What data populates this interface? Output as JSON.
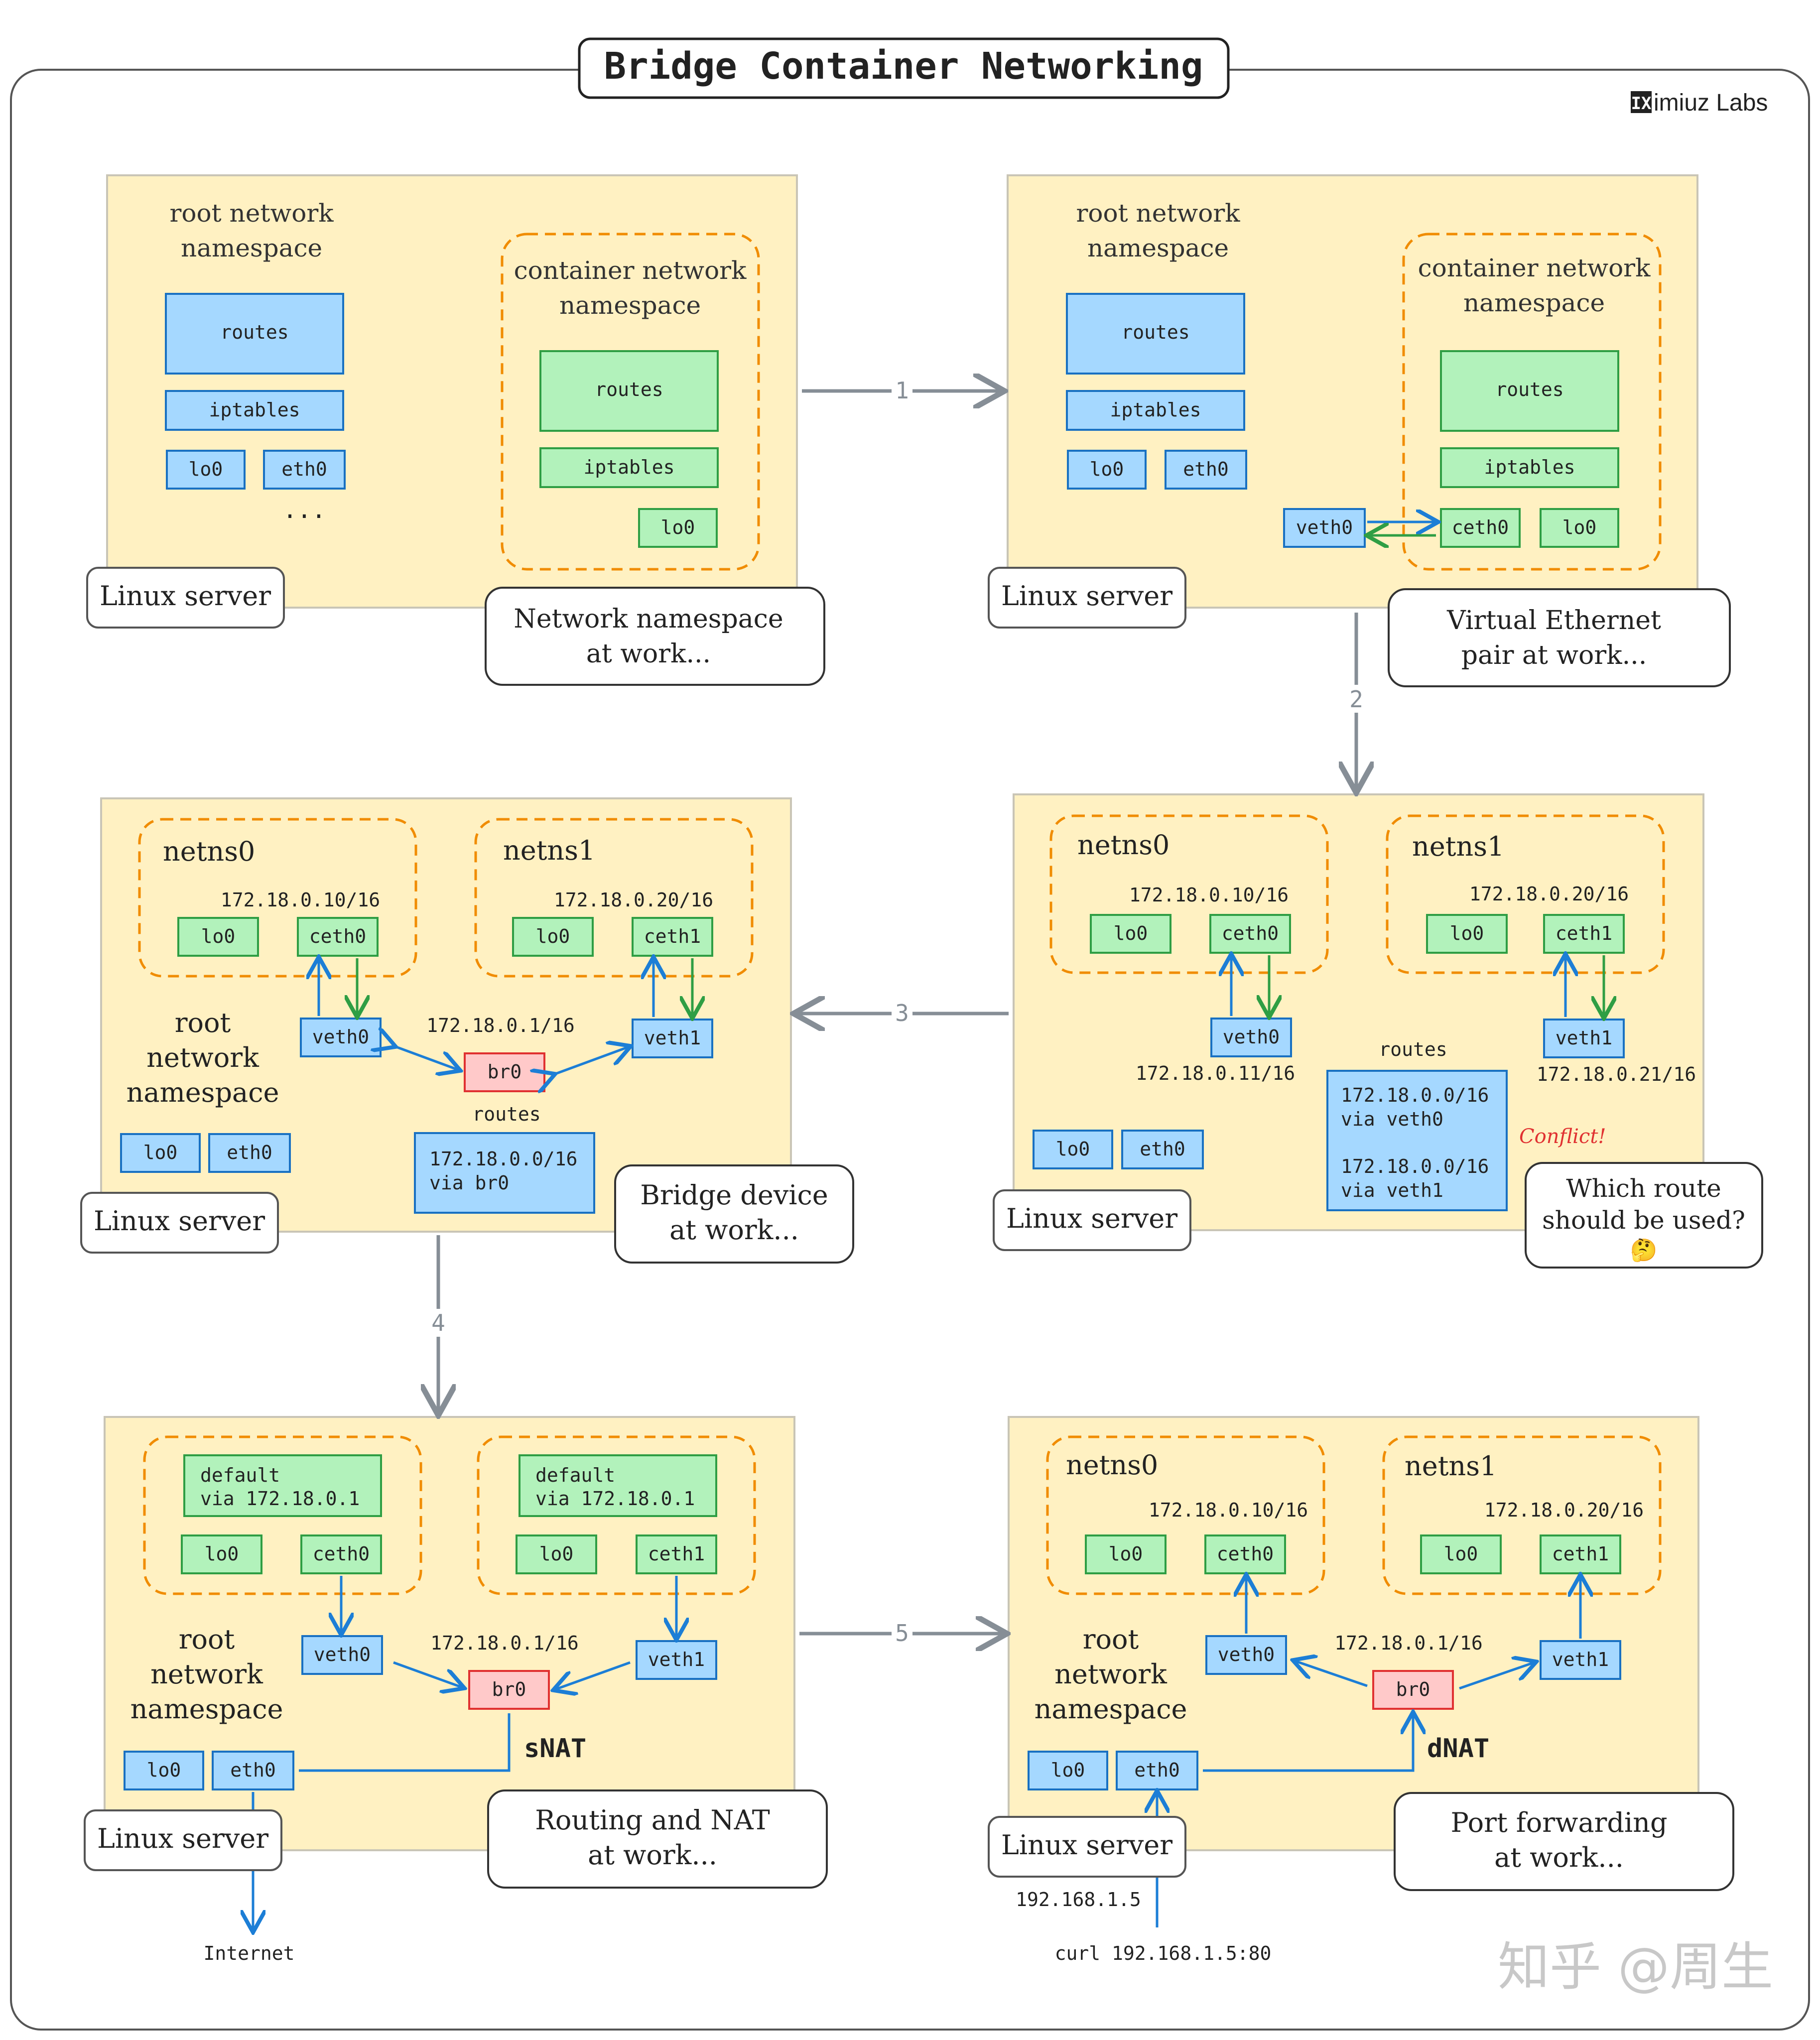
{
  "title": "Bridge Container Networking",
  "brand": {
    "icon": "IX",
    "text": "imiuz Labs"
  },
  "watermark": "知乎 @周生",
  "colors": {
    "server_bg": "#fff1c2",
    "server_border": "#c9c5b6",
    "blue_fill": "#a5d8ff",
    "blue_border": "#1971c2",
    "green_fill": "#b2f2bb",
    "green_border": "#2f9e44",
    "red_fill": "#ffc9c9",
    "red_border": "#e03131",
    "ns_dash": "#f08c00",
    "arrow_gray": "#868e96",
    "arrow_blue": "#1c7ed6",
    "arrow_green": "#2f9e44",
    "conflict_red": "#e03131"
  },
  "steps": [
    "1",
    "2",
    "3",
    "4",
    "5"
  ],
  "panel1": {
    "root_label_1": "root network",
    "root_label_2": "namespace",
    "routes": "routes",
    "iptables": "iptables",
    "lo0": "lo0",
    "eth0": "eth0",
    "ellipsis": "...",
    "container_label_1": "container network",
    "container_label_2": "namespace",
    "c_routes": "routes",
    "c_iptables": "iptables",
    "c_lo0": "lo0",
    "server": "Linux server",
    "caption_1": "Network namespace",
    "caption_2": "at work..."
  },
  "panel2": {
    "root_label_1": "root network",
    "root_label_2": "namespace",
    "routes": "routes",
    "iptables": "iptables",
    "lo0": "lo0",
    "eth0": "eth0",
    "veth0": "veth0",
    "container_label_1": "container network",
    "container_label_2": "namespace",
    "c_routes": "routes",
    "c_iptables": "iptables",
    "ceth0": "ceth0",
    "c_lo0": "lo0",
    "server": "Linux server",
    "caption_1": "Virtual Ethernet",
    "caption_2": "pair at work..."
  },
  "panel3": {
    "netns0": "netns0",
    "netns1": "netns1",
    "ip0": "172.18.0.10/16",
    "ip1": "172.18.0.20/16",
    "lo0_a": "lo0",
    "ceth0": "ceth0",
    "lo0_b": "lo0",
    "ceth1": "ceth1",
    "veth0": "veth0",
    "veth1": "veth1",
    "veth0_ip": "172.18.0.11/16",
    "veth1_ip": "172.18.0.21/16",
    "routes_label": "routes",
    "route_1a": "172.18.0.0/16",
    "route_1b": "via veth0",
    "route_2a": "172.18.0.0/16",
    "route_2b": "via veth1",
    "conflict": "Conflict!",
    "lo0": "lo0",
    "eth0": "eth0",
    "server": "Linux server",
    "caption_1": "Which route",
    "caption_2": "should be used?",
    "caption_emoji": "🤔"
  },
  "panel4": {
    "netns0": "netns0",
    "netns1": "netns1",
    "ip0": "172.18.0.10/16",
    "ip1": "172.18.0.20/16",
    "lo0_a": "lo0",
    "ceth0": "ceth0",
    "lo0_b": "lo0",
    "ceth1": "ceth1",
    "root_1": "root",
    "root_2": "network",
    "root_3": "namespace",
    "veth0": "veth0",
    "veth1": "veth1",
    "br_ip": "172.18.0.1/16",
    "br0": "br0",
    "routes_label": "routes",
    "route_a": "172.18.0.0/16",
    "route_b": "via br0",
    "lo0": "lo0",
    "eth0": "eth0",
    "server": "Linux server",
    "caption_1": "Bridge device",
    "caption_2": "at work..."
  },
  "panel5": {
    "default_a1": "default",
    "default_a2": "via 172.18.0.1",
    "default_b1": "default",
    "default_b2": "via 172.18.0.1",
    "lo0_a": "lo0",
    "ceth0": "ceth0",
    "lo0_b": "lo0",
    "ceth1": "ceth1",
    "root_1": "root",
    "root_2": "network",
    "root_3": "namespace",
    "veth0": "veth0",
    "veth1": "veth1",
    "br_ip": "172.18.0.1/16",
    "br0": "br0",
    "snat": "sNAT",
    "lo0": "lo0",
    "eth0": "eth0",
    "server": "Linux server",
    "internet": "Internet",
    "caption_1": "Routing and NAT",
    "caption_2": "at work..."
  },
  "panel6": {
    "netns0": "netns0",
    "netns1": "netns1",
    "ip0": "172.18.0.10/16",
    "ip1": "172.18.0.20/16",
    "lo0_a": "lo0",
    "ceth0": "ceth0",
    "lo0_b": "lo0",
    "ceth1": "ceth1",
    "root_1": "root",
    "root_2": "network",
    "root_3": "namespace",
    "veth0": "veth0",
    "veth1": "veth1",
    "br_ip": "172.18.0.1/16",
    "br0": "br0",
    "dnat": "dNAT",
    "lo0": "lo0",
    "eth0": "eth0",
    "server": "Linux server",
    "host_ip": "192.168.1.5",
    "curl": "curl 192.168.1.5:80",
    "caption_1": "Port forwarding",
    "caption_2": "at work..."
  }
}
